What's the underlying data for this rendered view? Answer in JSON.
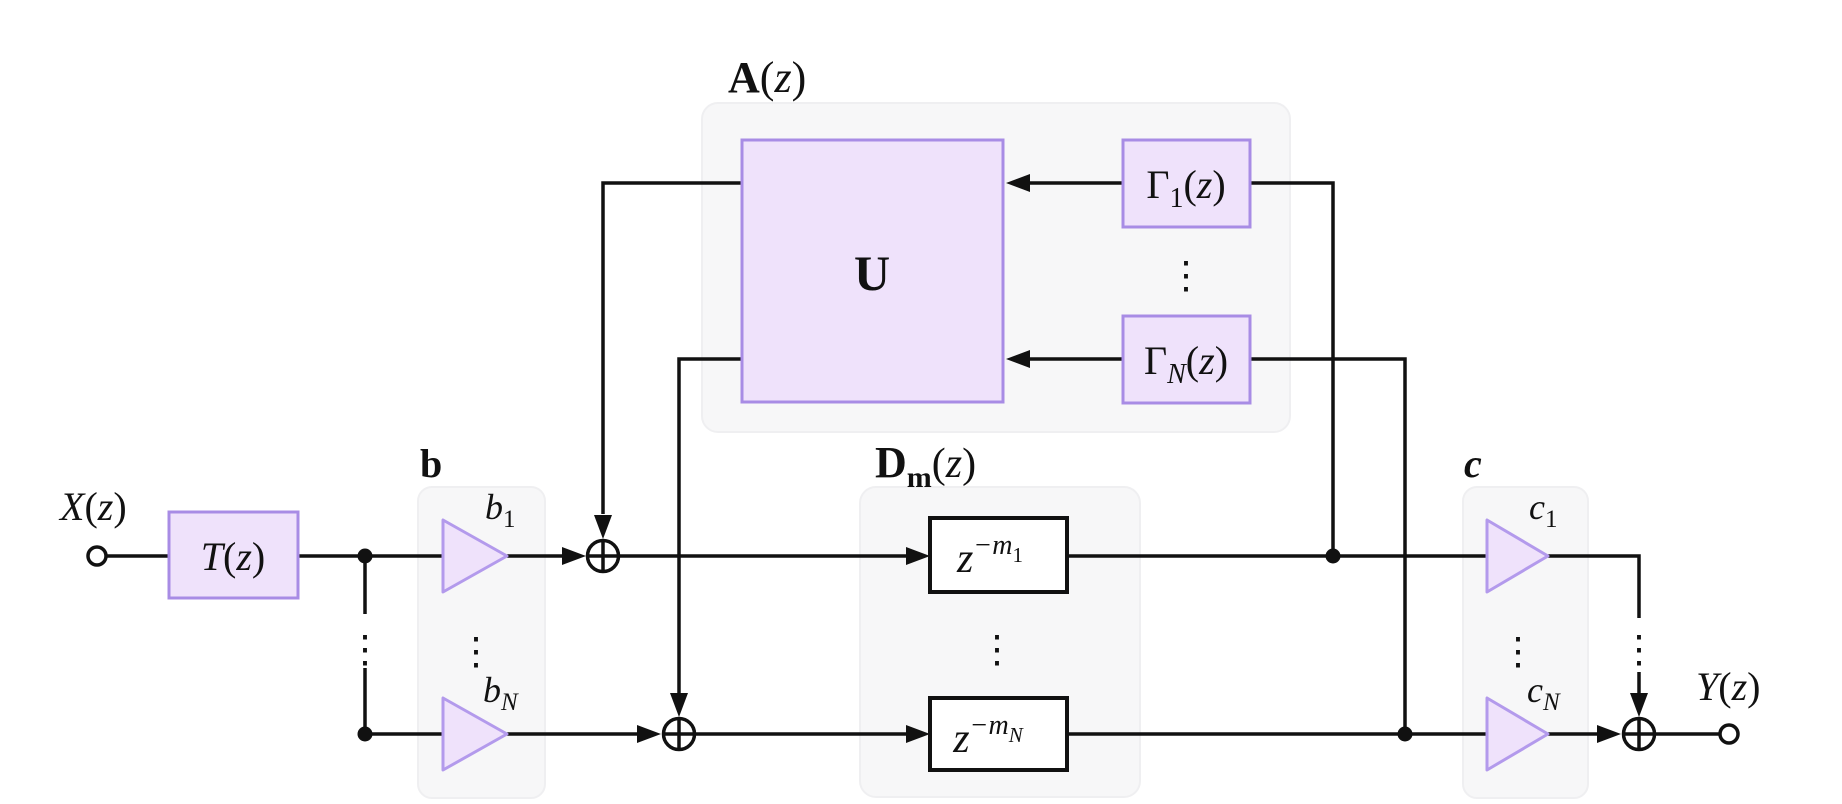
{
  "symbols": {
    "paren_open": "(",
    "paren_close": ")",
    "z": "z",
    "vdots": "⋮"
  },
  "terminals": {
    "input": "X",
    "output": "Y"
  },
  "groups": {
    "feedback": {
      "label": "A"
    },
    "input_gains": {
      "label": "b"
    },
    "delays": {
      "label": "D",
      "sub": "m"
    },
    "output_gains": {
      "label": "c"
    }
  },
  "blocks": {
    "prefilter": "T",
    "feedback_matrix": "U",
    "gamma_1": {
      "base": "Γ",
      "sub": "1"
    },
    "gamma_N": {
      "base": "Γ",
      "sub": "N"
    },
    "delay_1": {
      "base": "z",
      "sup": "−m",
      "sup_sub": "1"
    },
    "delay_N": {
      "base": "z",
      "sup": "−m",
      "sup_sub": "N"
    }
  },
  "gains": {
    "b1": {
      "base": "b",
      "sub": "1"
    },
    "bN": {
      "base": "b",
      "sub": "N"
    },
    "c1": {
      "base": "c",
      "sub": "1"
    },
    "cN": {
      "base": "c",
      "sub": "N"
    }
  },
  "colors": {
    "block_fill": "#efe2fb",
    "block_border": "#a88ce5",
    "triangle_border": "#b39aec",
    "group_fill": "#f7f7f8",
    "line": "#111111"
  }
}
